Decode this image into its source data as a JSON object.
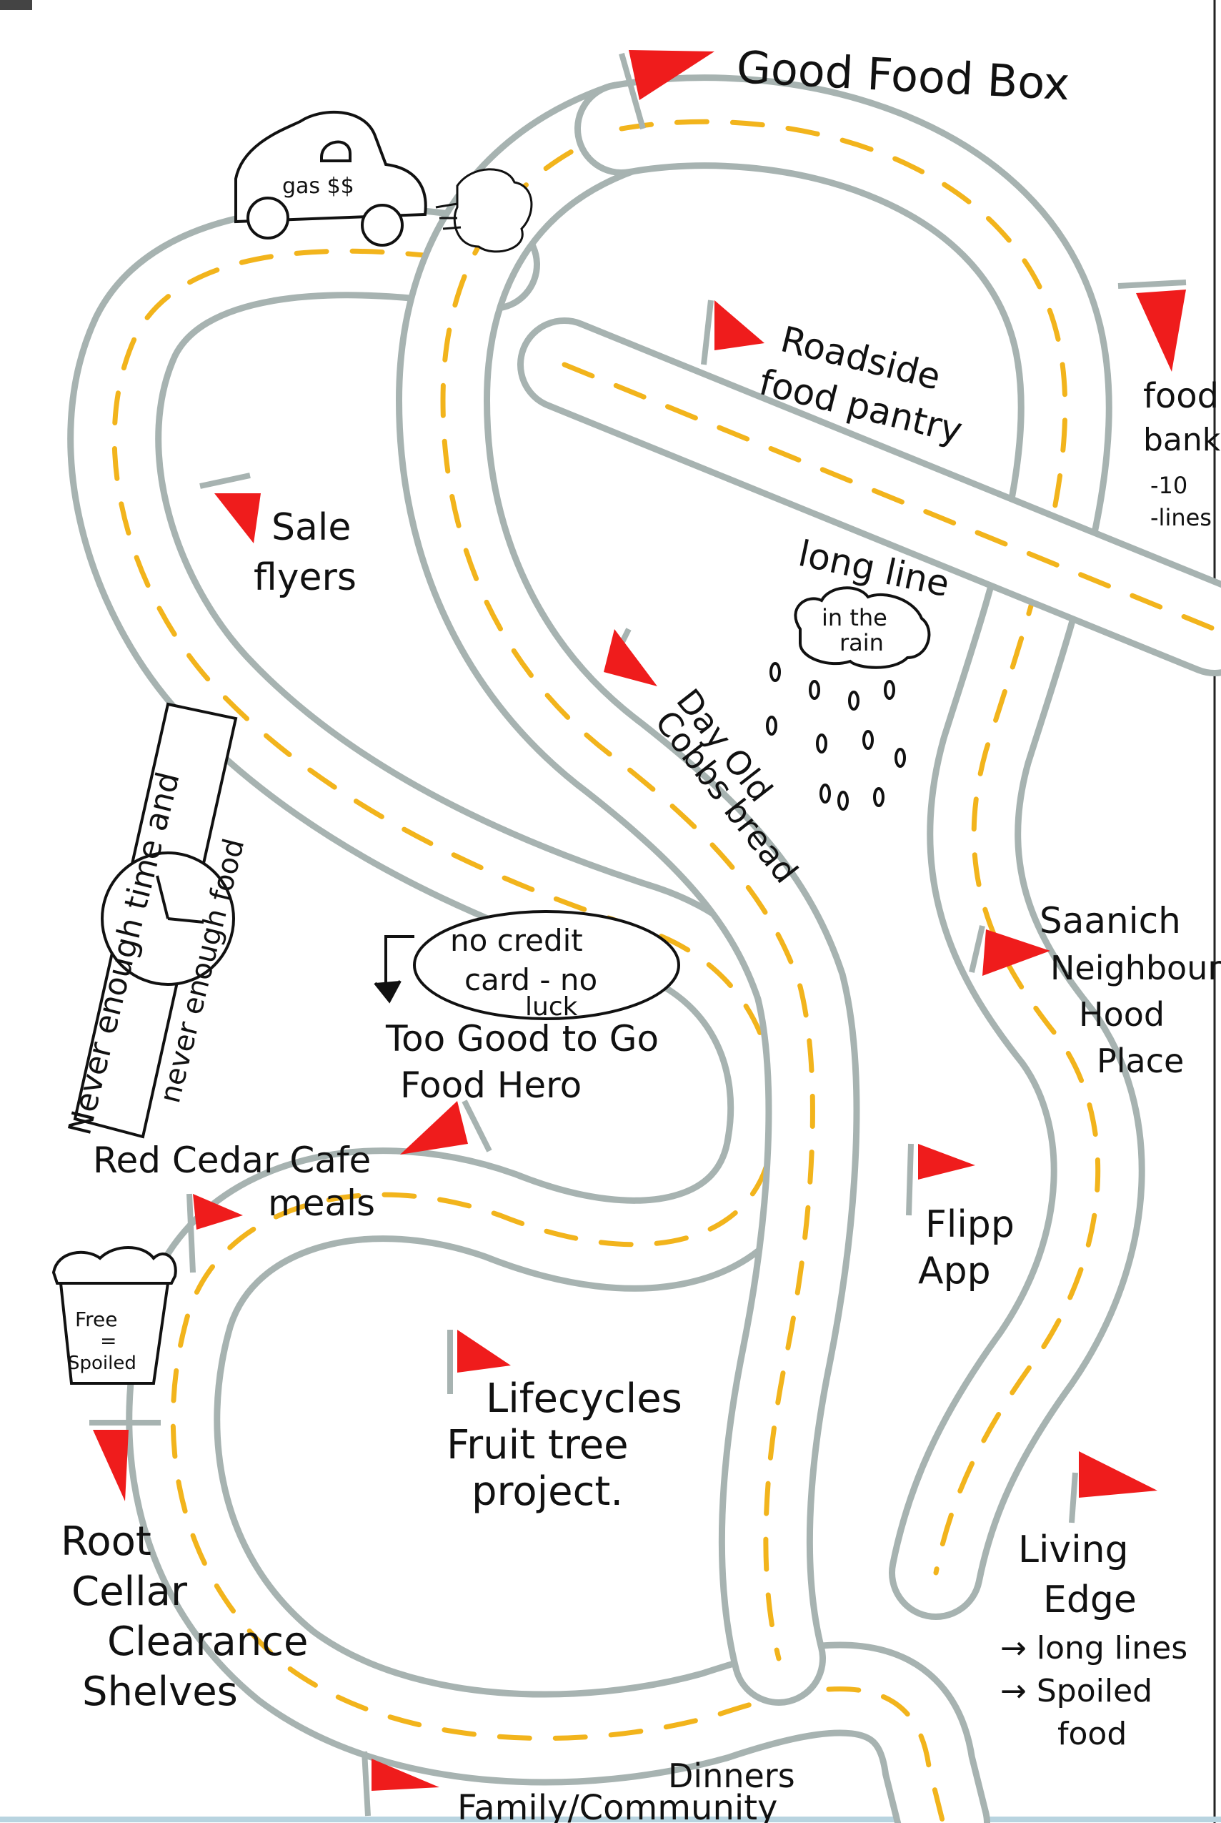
{
  "labels": {
    "good_food_box": "Good Food Box",
    "roadside_1": "Roadside",
    "roadside_2": "food pantry",
    "food_bank_1": "food",
    "food_bank_2": "bank",
    "food_bank_3": "-10",
    "food_bank_4": "-lines",
    "sale_1": "Sale",
    "sale_2": "flyers",
    "long_line": "long line",
    "in_the": "in the",
    "rain": "rain",
    "day_old_1": "Day Old",
    "day_old_2": "Cobbs bread",
    "watch_outer": "Never enough time and",
    "watch_inner": "never enough food",
    "no_credit_1": "no credit",
    "no_credit_2": "card - no",
    "no_credit_3": "luck",
    "too_good_1": "Too Good to Go",
    "too_good_2": "Food Hero",
    "saanich_1": "Saanich",
    "saanich_2": "Neighbour",
    "saanich_3": "Hood",
    "saanich_4": "Place",
    "red_cedar_1": "Red Cedar Cafe",
    "red_cedar_2": "meals",
    "flipp_1": "Flipp",
    "flipp_2": "App",
    "bucket_1": "Free",
    "bucket_2": "=",
    "bucket_3": "Spoiled",
    "lifecycles_1": "Lifecycles",
    "lifecycles_2": "Fruit tree",
    "lifecycles_3": "project.",
    "root_1": "Root",
    "root_2": "Cellar",
    "root_3": "Clearance",
    "root_4": "Shelves",
    "living_1": "Living",
    "living_2": "Edge",
    "living_3": "→ long lines",
    "living_4": "→ Spoiled",
    "living_5": "food",
    "dinners_1": "Dinners",
    "dinners_2": "Family/Community",
    "car": "gas $$"
  },
  "colors": {
    "road": "#a7b3b1",
    "center_line": "#f2b41c",
    "flag": "#ef1c1c",
    "ink": "#111111"
  }
}
